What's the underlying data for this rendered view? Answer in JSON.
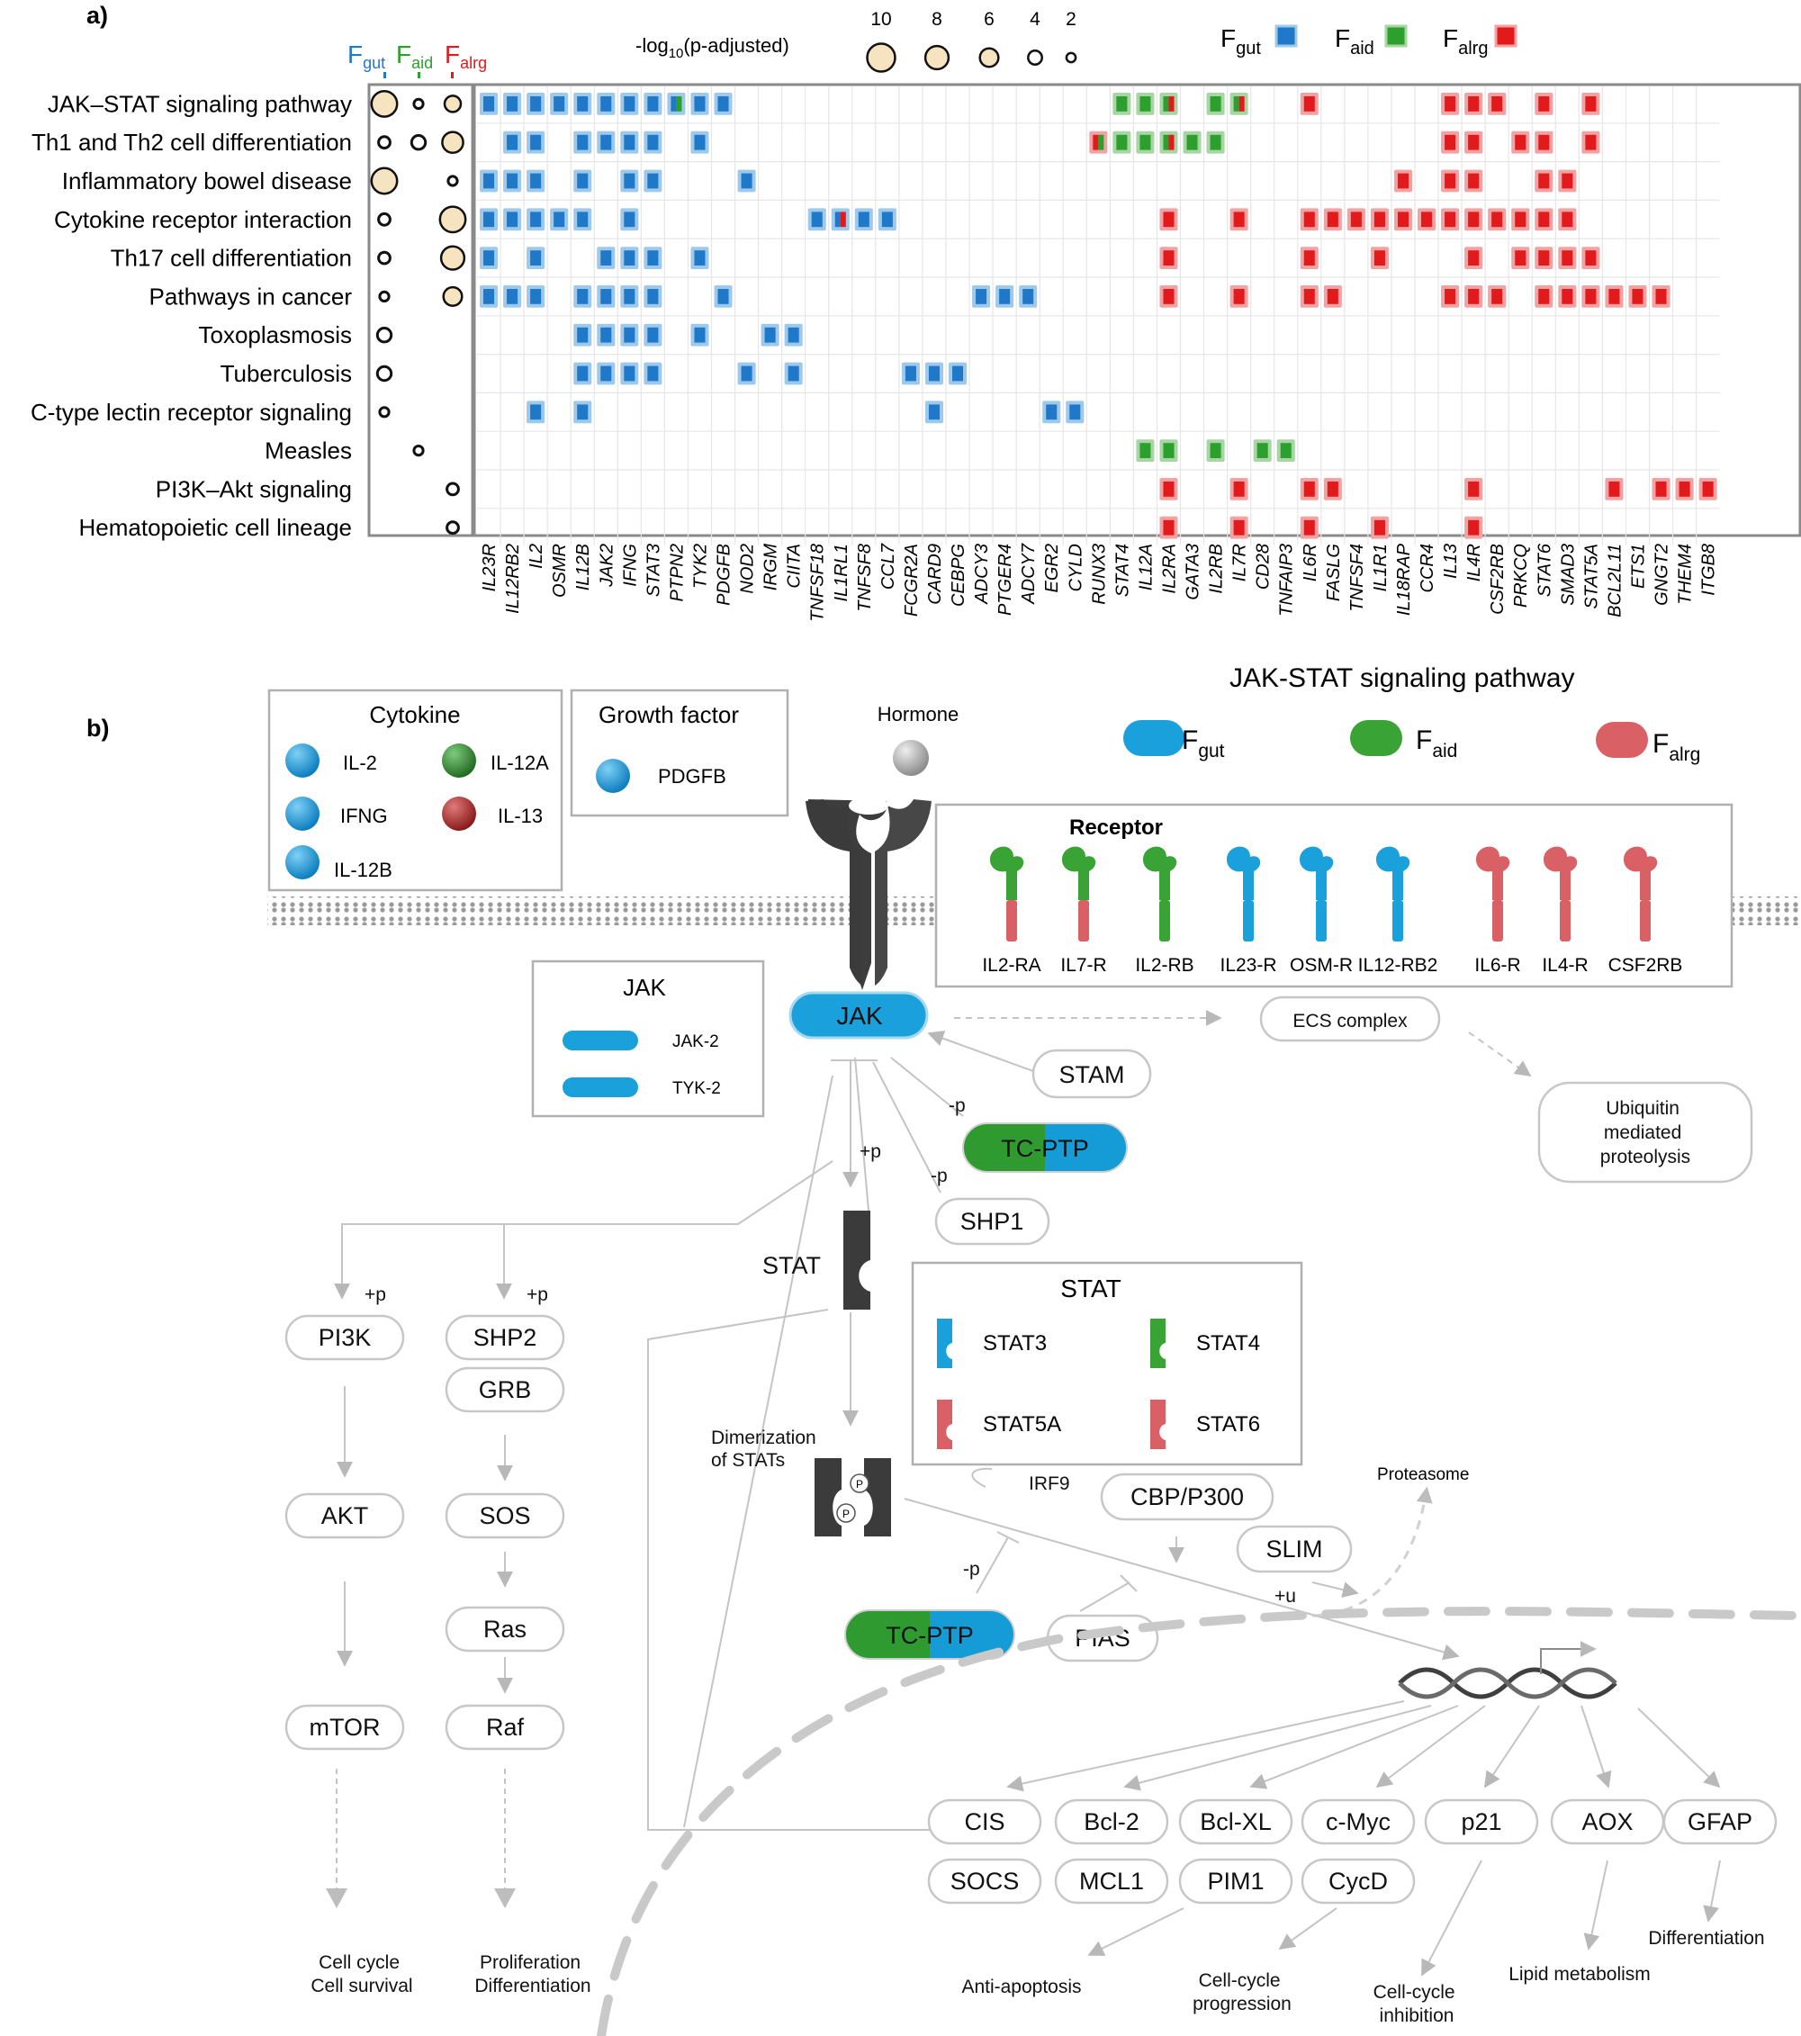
{
  "panel_a": {
    "label": "a)",
    "header_groups": [
      "Fgut",
      "Faid",
      "Falrg"
    ],
    "group_colors": {
      "Fgut": "#1f78c8",
      "Faid": "#2ca02c",
      "Falrg": "#e31a1c"
    },
    "size_legend": {
      "title": "-log10(p-adjusted)",
      "values": [
        10,
        8,
        6,
        4,
        2
      ]
    },
    "color_legend": [
      "Fgut",
      "Faid",
      "Falrg"
    ],
    "pathways": [
      "JAK–STAT signaling pathway",
      "Th1 and Th2 cell differentiation",
      "Inflammatory bowel disease",
      "Cytokine receptor interaction",
      "Th17 cell differentiation",
      "Pathways in cancer",
      "Toxoplasmosis",
      "Tuberculosis",
      "C-type lectin receptor signaling",
      "Measles",
      "PI3K–Akt signaling",
      "Hematopoietic cell lineage"
    ],
    "genes": [
      "IL23R",
      "IL12RB2",
      "IL2",
      "OSMR",
      "IL12B",
      "JAK2",
      "IFNG",
      "STAT3",
      "PTPN2",
      "TYK2",
      "PDGFB",
      "NOD2",
      "IRGM",
      "CIITA",
      "TNFSF18",
      "IL1RL1",
      "TNFSF8",
      "CCL7",
      "FCGR2A",
      "CARD9",
      "CEBPG",
      "ADCY3",
      "PTGER4",
      "ADCY7",
      "EGR2",
      "CYLD",
      "RUNX3",
      "STAT4",
      "IL12A",
      "IL2RA",
      "GATA3",
      "IL2RB",
      "IL7R",
      "CD28",
      "TNFAIP3",
      "IL6R",
      "FASLG",
      "TNFSF4",
      "IL1R1",
      "IL18RAP",
      "CCR4",
      "IL13",
      "IL4R",
      "CSF2RB",
      "PRKCQ",
      "STAT6",
      "SMAD3",
      "STAT5A",
      "BCL2L11",
      "ETS1",
      "GNGT2",
      "THEM4",
      "ITGB8"
    ],
    "dot_matrix": [
      [
        9,
        2,
        5
      ],
      [
        3,
        4,
        7
      ],
      [
        9,
        0,
        2
      ],
      [
        3,
        0,
        9
      ],
      [
        3,
        0,
        8
      ],
      [
        2,
        0,
        6
      ],
      [
        4,
        0,
        0
      ],
      [
        4,
        0,
        0
      ],
      [
        2,
        0,
        0
      ],
      [
        0,
        2,
        0
      ],
      [
        0,
        0,
        3
      ],
      [
        0,
        0,
        3
      ]
    ],
    "cells": [
      [
        "g",
        "g",
        "g",
        "g",
        "g",
        "g",
        "g",
        "g",
        "ga",
        "g",
        "g",
        "",
        "",
        "",
        "",
        "",
        "",
        "",
        "",
        "",
        "",
        "",
        "",
        "",
        "",
        "",
        "",
        "a",
        "a",
        "ar",
        "",
        "a",
        "ar",
        "",
        "",
        "r",
        "",
        "",
        "",
        "",
        "",
        "r",
        "r",
        "r",
        "",
        "r",
        "",
        "r",
        "",
        "",
        "",
        "",
        ""
      ],
      [
        "",
        "g",
        "g",
        "",
        "g",
        "g",
        "g",
        "g",
        "",
        "g",
        "",
        "",
        "",
        "",
        "",
        "",
        "",
        "",
        "",
        "",
        "",
        "",
        "",
        "",
        "",
        "",
        "ra",
        "a",
        "a",
        "ar",
        "a",
        "a",
        "",
        "",
        "",
        "",
        "",
        "",
        "",
        "",
        "",
        "r",
        "r",
        "",
        "r",
        "r",
        "",
        "r",
        "",
        "",
        "",
        "",
        ""
      ],
      [
        "g",
        "g",
        "g",
        "",
        "g",
        "",
        "g",
        "g",
        "",
        "",
        "",
        "g",
        "",
        "",
        "",
        "",
        "",
        "",
        "",
        "",
        "",
        "",
        "",
        "",
        "",
        "",
        "",
        "",
        "",
        "",
        "",
        "",
        "",
        "",
        "",
        "",
        "",
        "",
        "",
        "r",
        "",
        "r",
        "r",
        "",
        "",
        "r",
        "r",
        "",
        "",
        "",
        "",
        "",
        ""
      ],
      [
        "g",
        "g",
        "g",
        "g",
        "g",
        "",
        "g",
        "",
        "",
        "",
        "",
        "",
        "",
        "",
        "g",
        "gr",
        "g",
        "g",
        "",
        "",
        "",
        "",
        "",
        "",
        "",
        "",
        "",
        "",
        "",
        "r",
        "",
        "",
        "r",
        "",
        "",
        "r",
        "r",
        "r",
        "r",
        "r",
        "r",
        "r",
        "r",
        "r",
        "r",
        "r",
        "r",
        "",
        "",
        "",
        "",
        "",
        ""
      ],
      [
        "g",
        "",
        "g",
        "",
        "",
        "g",
        "g",
        "g",
        "",
        "g",
        "",
        "",
        "",
        "",
        "",
        "",
        "",
        "",
        "",
        "",
        "",
        "",
        "",
        "",
        "",
        "",
        "",
        "",
        "",
        "r",
        "",
        "",
        "",
        "",
        "",
        "r",
        "",
        "",
        "r",
        "",
        "",
        "",
        "r",
        "",
        "r",
        "r",
        "r",
        "r",
        "",
        "",
        "",
        "",
        ""
      ],
      [
        "g",
        "g",
        "g",
        "",
        "g",
        "g",
        "g",
        "g",
        "",
        "",
        "g",
        "",
        "",
        "",
        "",
        "",
        "",
        "",
        "",
        "",
        "",
        "g",
        "g",
        "g",
        "",
        "",
        "",
        "",
        "",
        "r",
        "",
        "",
        "r",
        "",
        "",
        "r",
        "r",
        "",
        "",
        "",
        "",
        "r",
        "r",
        "r",
        "",
        "r",
        "r",
        "r",
        "r",
        "r",
        "r",
        "",
        ""
      ],
      [
        "",
        "",
        "",
        "",
        "g",
        "g",
        "g",
        "g",
        "",
        "g",
        "",
        "",
        "g",
        "g",
        "",
        "",
        "",
        "",
        "",
        "",
        "",
        "",
        "",
        "",
        "",
        "",
        "",
        "",
        "",
        "",
        "",
        "",
        "",
        "",
        "",
        "",
        "",
        "",
        "",
        "",
        "",
        "",
        "",
        "",
        "",
        "",
        "",
        "",
        "",
        "",
        "",
        "",
        ""
      ],
      [
        "",
        "",
        "",
        "",
        "g",
        "g",
        "g",
        "g",
        "",
        "",
        "",
        "g",
        "",
        "g",
        "",
        "",
        "",
        "",
        "g",
        "g",
        "g",
        "",
        "",
        "",
        "",
        "",
        "",
        "",
        "",
        "",
        "",
        "",
        "",
        "",
        "",
        "",
        "",
        "",
        "",
        "",
        "",
        "",
        "",
        "",
        "",
        "",
        "",
        "",
        "",
        "",
        "",
        "",
        ""
      ],
      [
        "",
        "",
        "g",
        "",
        "g",
        "",
        "",
        "",
        "",
        "",
        "",
        "",
        "",
        "",
        "",
        "",
        "",
        "",
        "",
        "g",
        "",
        "",
        "",
        "",
        "g",
        "g",
        "",
        "",
        "",
        "",
        "",
        "",
        "",
        "",
        "",
        "",
        "",
        "",
        "",
        "",
        "",
        "",
        "",
        "",
        "",
        "",
        "",
        "",
        "",
        "",
        "",
        "",
        ""
      ],
      [
        "",
        "",
        "",
        "",
        "",
        "",
        "",
        "",
        "",
        "",
        "",
        "",
        "",
        "",
        "",
        "",
        "",
        "",
        "",
        "",
        "",
        "",
        "",
        "",
        "",
        "",
        "",
        "",
        "a",
        "a",
        "",
        "a",
        "",
        "a",
        "a",
        "",
        "",
        "",
        "",
        "",
        "",
        "",
        "",
        "",
        "",
        "",
        "",
        "",
        "",
        "",
        "",
        "",
        ""
      ],
      [
        "",
        "",
        "",
        "",
        "",
        "",
        "",
        "",
        "",
        "",
        "",
        "",
        "",
        "",
        "",
        "",
        "",
        "",
        "",
        "",
        "",
        "",
        "",
        "",
        "",
        "",
        "",
        "",
        "",
        "r",
        "",
        "",
        "r",
        "",
        "",
        "r",
        "r",
        "",
        "",
        "",
        "",
        "",
        "r",
        "",
        "",
        "",
        "",
        "",
        "r",
        "",
        "r",
        "r",
        "r"
      ],
      [
        "",
        "",
        "",
        "",
        "",
        "",
        "",
        "",
        "",
        "",
        "",
        "",
        "",
        "",
        "",
        "",
        "",
        "",
        "",
        "",
        "",
        "",
        "",
        "",
        "",
        "",
        "",
        "",
        "",
        "r",
        "",
        "",
        "r",
        "",
        "",
        "r",
        "",
        "",
        "r",
        "",
        "",
        "",
        "r",
        "",
        "",
        "",
        "",
        "",
        "",
        "",
        "",
        "",
        ""
      ]
    ]
  },
  "panel_b": {
    "label": "b)",
    "title": "JAK-STAT signaling pathway",
    "legend": [
      {
        "name": "Fgut",
        "color": "#1aa0db"
      },
      {
        "name": "Faid",
        "color": "#3aa335"
      },
      {
        "name": "Falrg",
        "color": "#d96166"
      }
    ],
    "cytokine_box": {
      "title": "Cytokine",
      "items": [
        "IL-2",
        "IL-12A",
        "IFNG",
        "IL-13",
        "IL-12B"
      ]
    },
    "growth_box": {
      "title": "Growth factor",
      "items": [
        "PDGFB"
      ]
    },
    "hormone": "Hormone",
    "receptor_box": {
      "title": "Receptor",
      "items": [
        "IL2-RA",
        "IL7-R",
        "IL2-RB",
        "IL23-R",
        "OSM-R",
        "IL12-RB2",
        "IL6-R",
        "IL4-R",
        "CSF2RB"
      ]
    },
    "jak_box": {
      "title": "JAK",
      "items": [
        "JAK-2",
        "TYK-2"
      ]
    },
    "stat_box": {
      "title": "STAT",
      "items": [
        "STAT3",
        "STAT4",
        "STAT5A",
        "STAT6"
      ]
    },
    "nodes": {
      "jak": "JAK",
      "ecs": "ECS complex",
      "ubiq": "Ubiquitin\nmediated\nproteolysis",
      "stam": "STAM",
      "tcptp": "TC-PTP",
      "shp1": "SHP1",
      "stat": "STAT",
      "pi3k": "PI3K",
      "shp2": "SHP2",
      "grb": "GRB",
      "akt": "AKT",
      "sos": "SOS",
      "ras": "Ras",
      "mtor": "mTOR",
      "raf": "Raf",
      "dimer": "Dimerization\nof STATs",
      "irf9": "IRF9",
      "cbp": "CBP/P300",
      "proteasome": "Proteasome",
      "slim": "SLIM",
      "pias": "PIAS",
      "cis": "CIS",
      "bcl2": "Bcl-2",
      "bclxl": "Bcl-XL",
      "cmyc": "c-Myc",
      "p21": "p21",
      "aox": "AOX",
      "gfap": "GFAP",
      "socs": "SOCS",
      "mcl1": "MCL1",
      "pim1": "PIM1",
      "cycd": "CycD"
    },
    "edge_labels": {
      "plus_p": "+p",
      "minus_p": "-p",
      "plus_u": "+u",
      "p": "P"
    },
    "outcomes": {
      "cell_cycle": "Cell cycle\nCell survival",
      "prolif": "Proliferation\nDifferentiation",
      "anti_apop": "Anti-apoptosis",
      "cc_prog": "Cell-cycle\nprogression",
      "cc_inhib": "Cell-cycle\ninhibition",
      "lipid": "Lipid metabolism",
      "diff": "Differentiation"
    }
  }
}
